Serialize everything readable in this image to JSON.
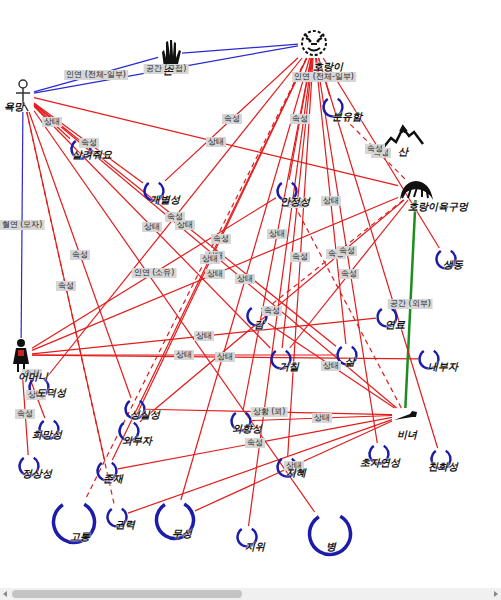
{
  "diagram": {
    "nodes": [
      {
        "text": [
          "욕망"
        ]
      },
      {
        "text": [
          "손"
        ]
      },
      {
        "text": [
          "호랑이"
        ]
      },
      {
        "text": [
          "분유함"
        ]
      },
      {
        "text": [
          "산"
        ]
      },
      {
        "text": [
          "살려줘요"
        ]
      },
      {
        "text": [
          "호랑이육구멍"
        ]
      },
      {
        "text": [
          "개별성"
        ]
      },
      {
        "text": [
          "안정성"
        ]
      },
      {
        "text": [
          "생동"
        ]
      },
      {
        "text": [
          "어머니"
        ]
      },
      {
        "text": [
          "연료"
        ]
      },
      {
        "text": [
          "거칠"
        ]
      },
      {
        "text": [
          "삶"
        ]
      },
      {
        "text": [
          "내부자"
        ]
      },
      {
        "text": [
          "도덕성"
        ]
      },
      {
        "text": [
          "성실성"
        ]
      },
      {
        "text": [
          "외부자"
        ]
      },
      {
        "text": [
          "외향성"
        ]
      },
      {
        "text": [
          "희망성"
        ]
      },
      {
        "text": [
          "비녀"
        ]
      },
      {
        "text": [
          "정상성"
        ]
      },
      {
        "text": [
          "존재"
        ]
      },
      {
        "text": [
          "지혜"
        ]
      },
      {
        "text": [
          "초자연성"
        ]
      },
      {
        "text": [
          "친화성"
        ]
      },
      {
        "text": [
          "감"
        ]
      },
      {
        "text": [
          "고통"
        ]
      },
      {
        "text": [
          "권력"
        ]
      },
      {
        "text": [
          "무성"
        ]
      },
      {
        "text": [
          "지위"
        ]
      },
      {
        "text": [
          "병"
        ]
      }
    ],
    "edges": [
      {
        "from": 0,
        "to": 1,
        "arrow": "none",
        "label": "인연 (전체-일부)"
      },
      {
        "from": 1,
        "to": 2,
        "arrow": "none"
      },
      {
        "from": 0,
        "to": 2,
        "arrow": "none",
        "label": "공간 (근접)"
      },
      {
        "from": 0,
        "to": 10,
        "arrow": "none",
        "label": "혈연 (모자)"
      },
      {
        "from": 0,
        "to": 5,
        "arrow": "none",
        "label": "상태"
      },
      {
        "from": 0,
        "to": 7,
        "arrow": "none",
        "label": "속성"
      },
      {
        "from": 0,
        "to": 12,
        "arrow": "none",
        "label": "상태"
      },
      {
        "from": 0,
        "to": 13,
        "arrow": "none",
        "label": "상태"
      },
      {
        "from": 0,
        "to": 6,
        "arrow": "none",
        "label": "상태"
      },
      {
        "from": 0,
        "to": 20,
        "arrow": "none",
        "label": "상태"
      },
      {
        "from": 0,
        "to": 22,
        "arrow": "none",
        "label": "속성"
      },
      {
        "from": 0,
        "to": 28,
        "arrow": "none"
      },
      {
        "from": 0,
        "to": 16,
        "arrow": "none",
        "label": "속성"
      },
      {
        "from": 2,
        "to": 3,
        "arrow": "none",
        "label": "인연 (전체-일부)"
      },
      {
        "from": 2,
        "to": 8,
        "arrow": "none",
        "label": "속성"
      },
      {
        "from": 2,
        "to": 7,
        "arrow": "none",
        "label": "속성"
      },
      {
        "from": 2,
        "to": 9,
        "arrow": "none",
        "label": "속성"
      },
      {
        "from": 2,
        "to": 12,
        "arrow": "none",
        "label": "속성"
      },
      {
        "from": 2,
        "to": 13,
        "arrow": "none",
        "label": "상태"
      },
      {
        "from": 2,
        "to": 18,
        "arrow": "none",
        "label": "상태"
      },
      {
        "from": 2,
        "to": 22,
        "arrow": "none",
        "label": "상태"
      },
      {
        "from": 2,
        "to": 29,
        "arrow": "none",
        "label": "상태"
      },
      {
        "from": 2,
        "to": 30,
        "arrow": "none"
      },
      {
        "from": 2,
        "to": 23,
        "arrow": "none",
        "label": "속성"
      },
      {
        "from": 2,
        "to": 17,
        "arrow": "none",
        "label": "속성"
      },
      {
        "from": 2,
        "to": 27,
        "arrow": "none"
      },
      {
        "from": 2,
        "to": 15,
        "arrow": "none",
        "label": "속성"
      },
      {
        "from": 10,
        "to": 6,
        "arrow": "none",
        "label": "상태"
      },
      {
        "from": 10,
        "to": 11,
        "arrow": "none",
        "label": "상태"
      },
      {
        "from": 10,
        "to": 13,
        "arrow": "none",
        "label": "상태"
      },
      {
        "from": 10,
        "to": 14,
        "arrow": "none",
        "label": "상태"
      },
      {
        "from": 10,
        "to": 15,
        "arrow": "none",
        "label": "속성"
      },
      {
        "from": 10,
        "to": 19,
        "arrow": "none",
        "label": "상태"
      },
      {
        "from": 10,
        "to": 21,
        "arrow": "none",
        "label": "속성"
      },
      {
        "from": 10,
        "to": 8,
        "arrow": "none",
        "label": "인연 (소유)"
      },
      {
        "from": 6,
        "to": 20,
        "arrow": "none",
        "label": "공간 (외부)"
      },
      {
        "from": 20,
        "to": 16,
        "arrow": "none",
        "label": "상황 (꾀)"
      },
      {
        "from": 20,
        "to": 28,
        "arrow": "none"
      },
      {
        "from": 20,
        "to": 29,
        "arrow": "none",
        "label": "상태"
      },
      {
        "from": 20,
        "to": 18,
        "arrow": "none",
        "label": "상태"
      },
      {
        "from": 20,
        "to": 26,
        "arrow": "none",
        "label": "상태"
      },
      {
        "from": 20,
        "to": 22,
        "arrow": "none",
        "label": "속성"
      },
      {
        "from": 6,
        "to": 12,
        "arrow": "none",
        "label": "속성"
      },
      {
        "from": 6,
        "to": 17,
        "arrow": "none",
        "label": "속성"
      },
      {
        "from": 6,
        "to": 26,
        "arrow": "none",
        "label": "속성"
      },
      {
        "from": 20,
        "to": 8,
        "arrow": "none"
      },
      {
        "from": 0,
        "to": 31,
        "arrow": "none"
      },
      {
        "from": 2,
        "to": 24,
        "arrow": "none",
        "label": "속성"
      },
      {
        "from": 3,
        "to": 6,
        "arrow": "none",
        "label": "속성"
      },
      {
        "from": 2,
        "to": 25,
        "arrow": "none"
      }
    ]
  }
}
